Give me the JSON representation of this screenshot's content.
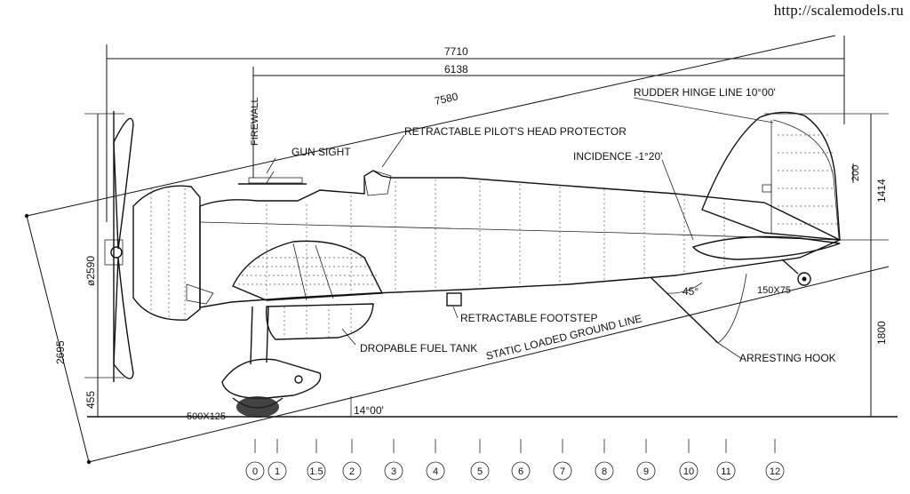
{
  "watermark": "http://scalemodels.ru",
  "dimensions": {
    "overall_length": "7710",
    "fuselage_length": "6138",
    "diagonal_length": "7580",
    "prop_diameter": "ø2590",
    "fin_height": "1414",
    "height": "1800",
    "rudder_step": "200",
    "diag_vertical": "2695",
    "lower_vertical": "455",
    "main_tyre": "500X125",
    "tail_tyre": "150X75",
    "ground_angle": "14°00'",
    "hook_angle": "45°"
  },
  "callouts": {
    "firewall": "FIREWALL",
    "gun_sight": "GUN SIGHT",
    "head_protector": "RETRACTABLE PILOT'S HEAD PROTECTOR",
    "rudder_hinge": "RUDDER HINGE LINE  10°00'",
    "incidence": "INCIDENCE  -1°20'",
    "footstep": "RETRACTABLE FOOTSTEP",
    "fuel_tank": "DROPABLE FUEL TANK",
    "ground_line": "STATIC LOADED GROUND LINE",
    "arresting_hook": "ARRESTING HOOK"
  },
  "stations": [
    "0",
    "1",
    "1.5",
    "2",
    "3",
    "4",
    "5",
    "6",
    "7",
    "8",
    "9",
    "10",
    "11",
    "12"
  ]
}
